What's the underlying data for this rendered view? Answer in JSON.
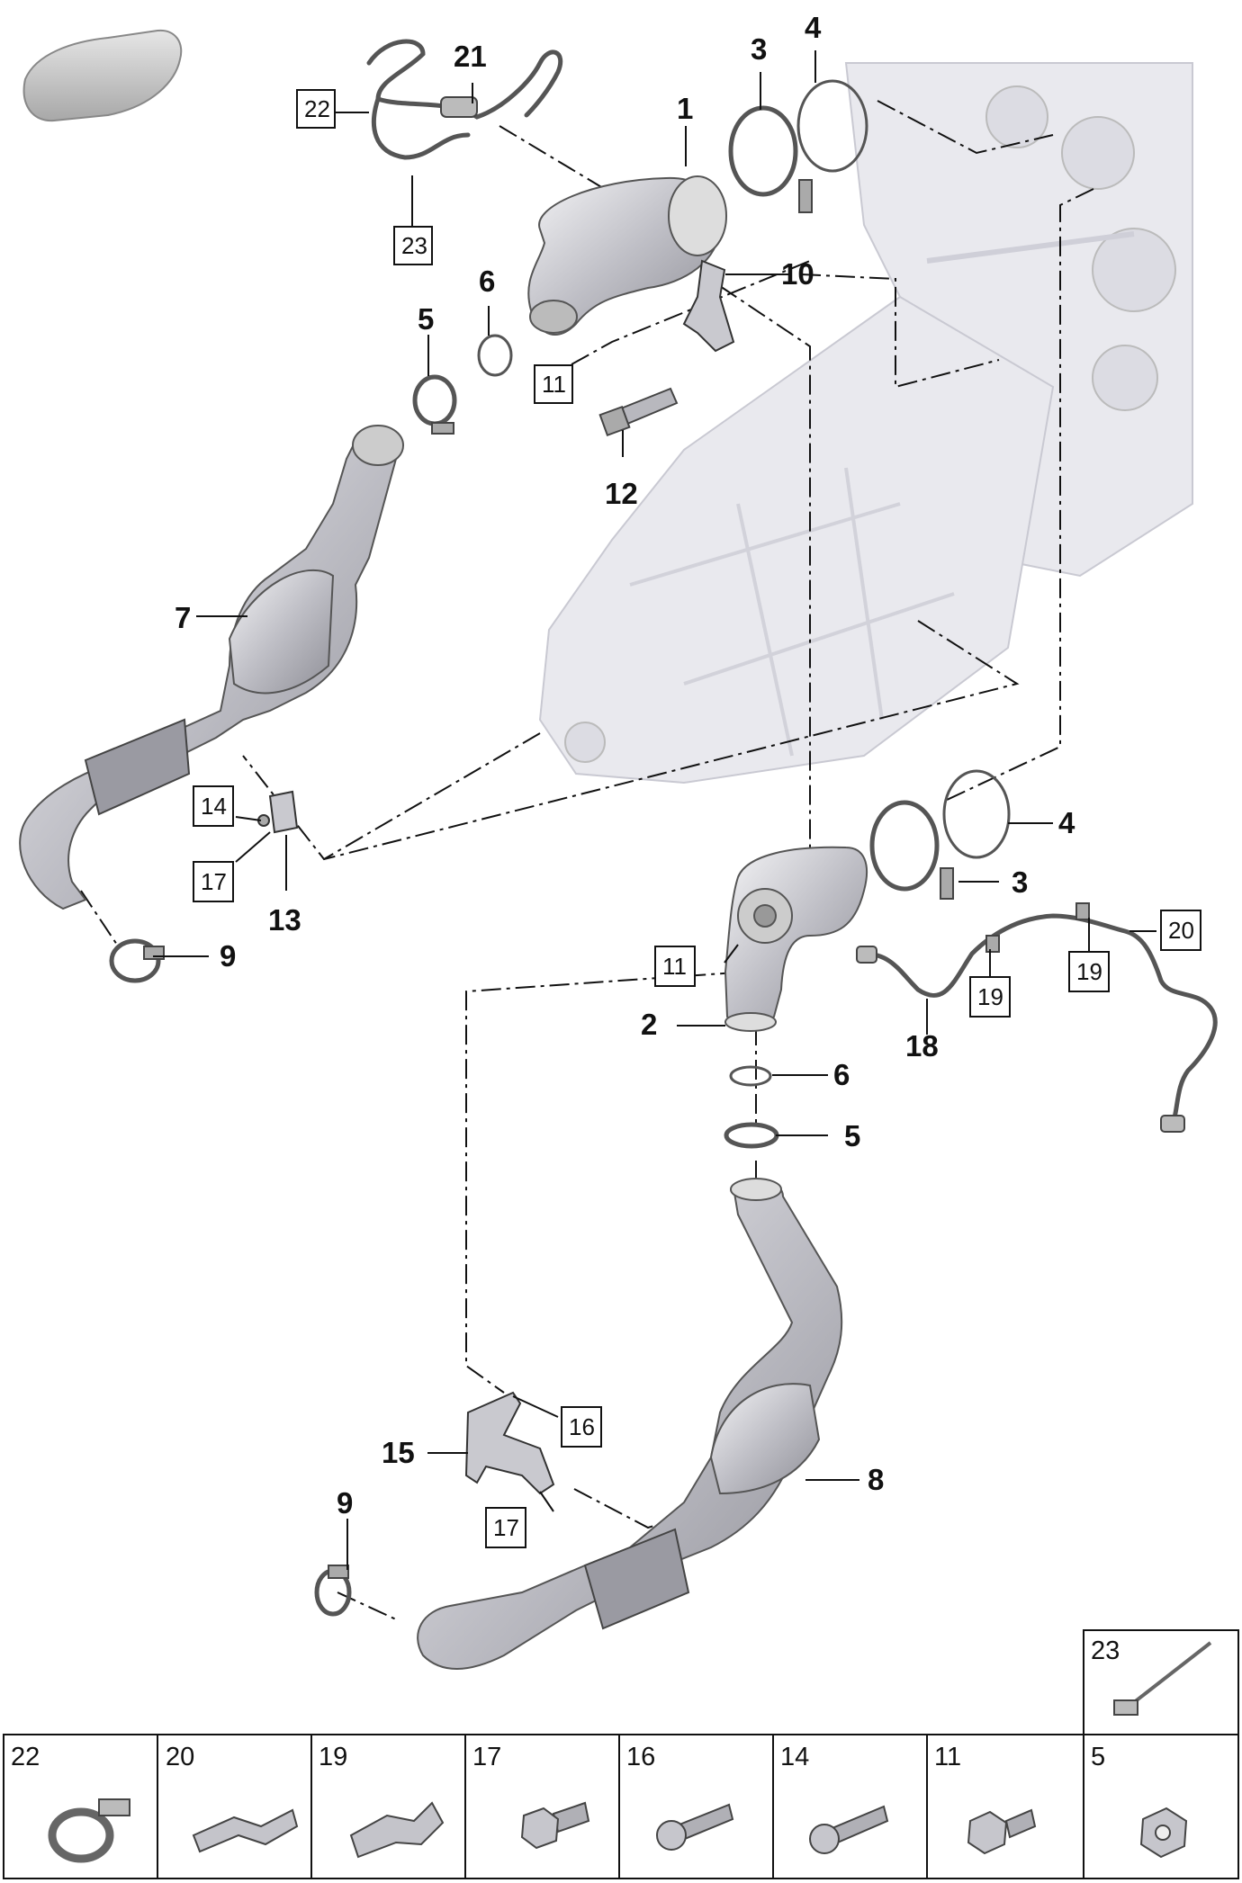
{
  "diagram": {
    "callouts": [
      {
        "label": "1"
      },
      {
        "label": "2"
      },
      {
        "label": "3"
      },
      {
        "label": "3"
      },
      {
        "label": "4"
      },
      {
        "label": "4"
      },
      {
        "label": "5"
      },
      {
        "label": "5"
      },
      {
        "label": "6"
      },
      {
        "label": "6"
      },
      {
        "label": "7"
      },
      {
        "label": "8"
      },
      {
        "label": "9"
      },
      {
        "label": "9"
      },
      {
        "label": "10"
      },
      {
        "label": "12"
      },
      {
        "label": "13"
      },
      {
        "label": "15"
      },
      {
        "label": "18"
      },
      {
        "label": "21"
      }
    ],
    "boxed_refs": [
      {
        "label": "22"
      },
      {
        "label": "23"
      },
      {
        "label": "11"
      },
      {
        "label": "14"
      },
      {
        "label": "17"
      },
      {
        "label": "11"
      },
      {
        "label": "19"
      },
      {
        "label": "19"
      },
      {
        "label": "20"
      },
      {
        "label": "16"
      },
      {
        "label": "17"
      }
    ]
  },
  "parts_table": {
    "cells": [
      {
        "label": "23",
        "icon": "cable-tie-icon"
      },
      {
        "label": "22",
        "icon": "hose-clamp-icon"
      },
      {
        "label": "20",
        "icon": "wire-clip-icon"
      },
      {
        "label": "19",
        "icon": "wire-clip-icon"
      },
      {
        "label": "17",
        "icon": "hex-bolt-icon"
      },
      {
        "label": "16",
        "icon": "torx-bolt-icon"
      },
      {
        "label": "14",
        "icon": "torx-bolt-icon"
      },
      {
        "label": "11",
        "icon": "hex-bolt-icon"
      },
      {
        "label": "5",
        "icon": "hex-nut-icon"
      }
    ]
  },
  "colors": {
    "ink": "#111111",
    "metal": "#c8c8ce",
    "engine": "#e9e9ee"
  }
}
